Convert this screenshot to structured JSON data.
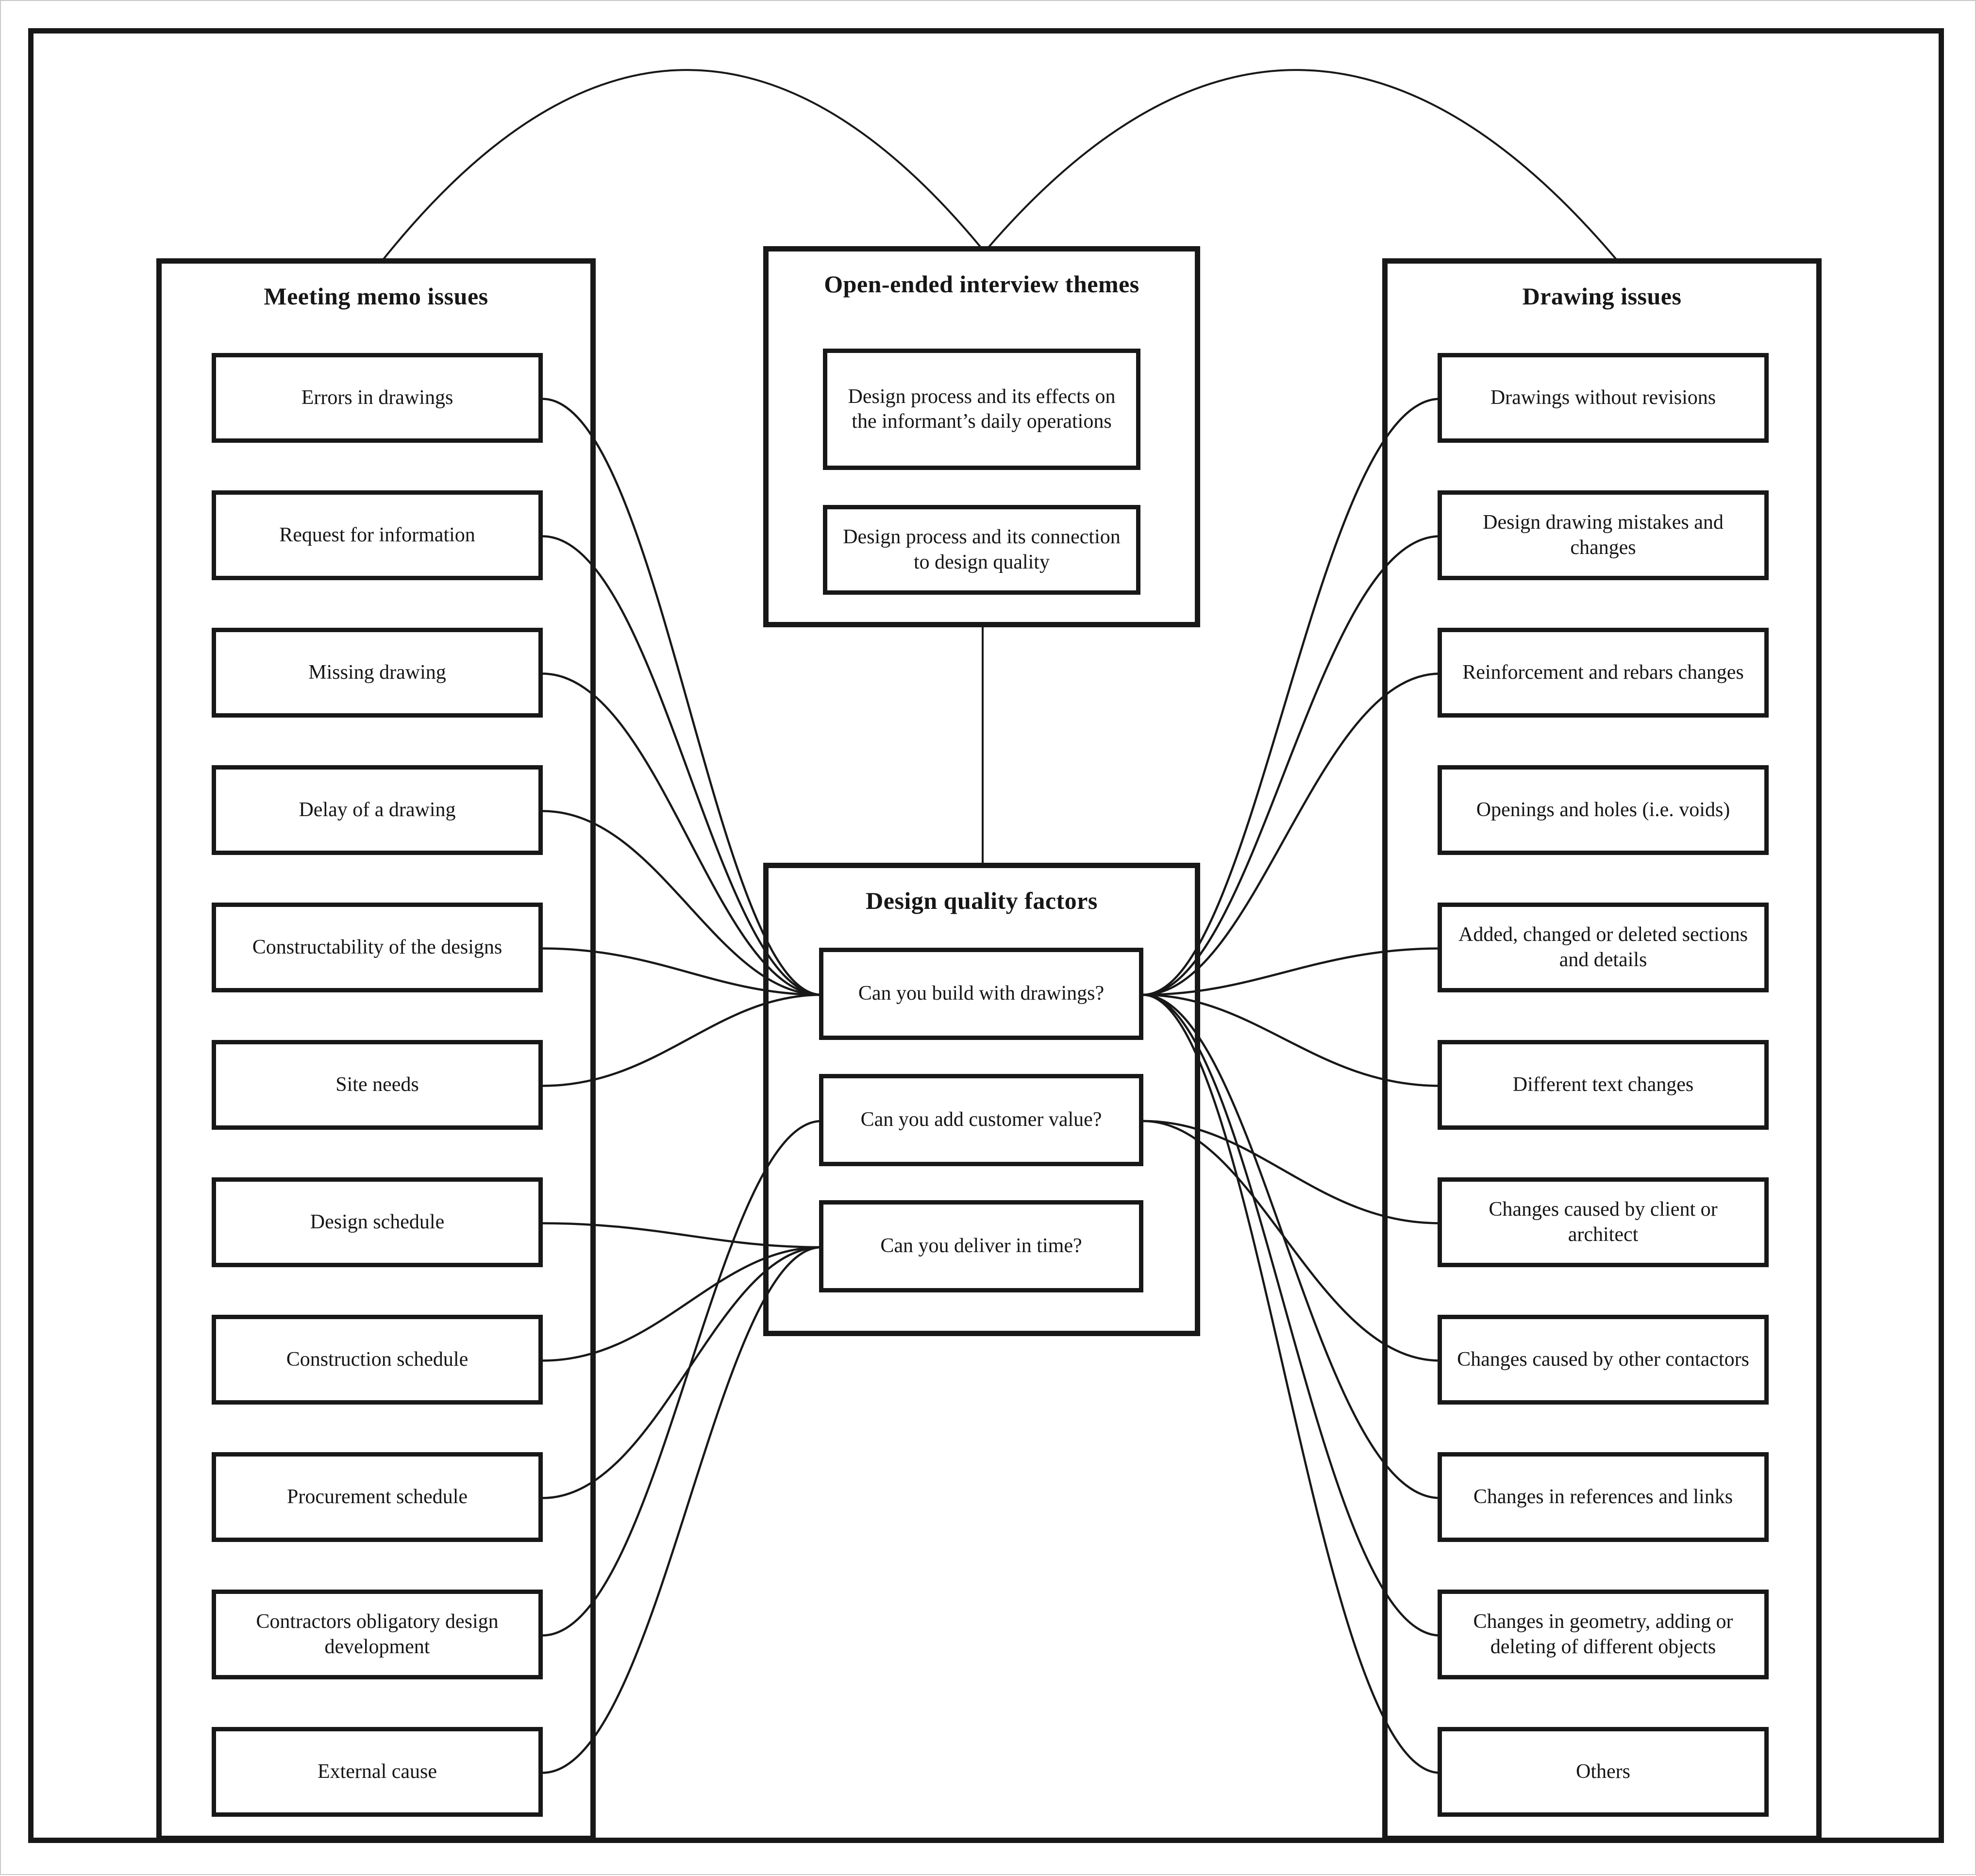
{
  "figure": {
    "background_color": "#ffffff",
    "line_color": "#181818",
    "left_panel": {
      "title": "Meeting memo issues",
      "items": [
        {
          "id": "errors-in-drawings",
          "label": "Errors in drawings"
        },
        {
          "id": "request-for-information",
          "label": "Request for information"
        },
        {
          "id": "missing-drawing",
          "label": "Missing drawing"
        },
        {
          "id": "delay-of-a-drawing",
          "label": "Delay of a drawing"
        },
        {
          "id": "constructability",
          "label": "Constructability of the designs"
        },
        {
          "id": "site-needs",
          "label": "Site needs"
        },
        {
          "id": "design-schedule",
          "label": "Design schedule"
        },
        {
          "id": "construction-schedule",
          "label": "Construction schedule"
        },
        {
          "id": "procurement-schedule",
          "label": "Procurement schedule"
        },
        {
          "id": "contractors-obligatory",
          "label": "Contractors obligatory design development"
        },
        {
          "id": "external-cause",
          "label": "External cause"
        }
      ]
    },
    "themes_panel": {
      "title": "Open-ended interview themes",
      "items": [
        {
          "id": "theme-daily-operations",
          "label": "Design process and its effects on the informant’s daily operations"
        },
        {
          "id": "theme-design-quality",
          "label": "Design process and its connection to design quality"
        }
      ]
    },
    "quality_panel": {
      "title": "Design quality factors",
      "items": [
        {
          "id": "can-you-build",
          "label": "Can you build with drawings?"
        },
        {
          "id": "can-add-value",
          "label": "Can you add customer value?"
        },
        {
          "id": "can-deliver",
          "label": "Can you deliver in time?"
        }
      ]
    },
    "right_panel": {
      "title": "Drawing issues",
      "items": [
        {
          "id": "drawings-without-revisions",
          "label": "Drawings without revisions"
        },
        {
          "id": "design-drawing-mistakes",
          "label": "Design drawing mistakes and changes"
        },
        {
          "id": "reinforcement-rebars",
          "label": "Reinforcement and rebars changes"
        },
        {
          "id": "openings-and-holes",
          "label": "Openings and holes (i.e. voids)"
        },
        {
          "id": "added-changed-deleted",
          "label": "Added, changed or deleted sections and details"
        },
        {
          "id": "different-text-changes",
          "label": "Different text changes"
        },
        {
          "id": "changes-client-architect",
          "label": "Changes caused by client or architect"
        },
        {
          "id": "changes-other-contactors",
          "label": "Changes caused by other contactors"
        },
        {
          "id": "changes-references-links",
          "label": "Changes in references and links"
        },
        {
          "id": "changes-in-geometry",
          "label": "Changes in geometry, adding or deleting of different objects"
        },
        {
          "id": "others",
          "label": "Others"
        }
      ]
    },
    "top_arcs": [
      {
        "from": "left-panel",
        "to": "themes-panel"
      },
      {
        "from": "themes-panel",
        "to": "right-panel"
      }
    ],
    "themes_to_quality_link": {
      "from": "themes-panel",
      "to": "quality-panel"
    },
    "connections": [
      {
        "from": "errors-in-drawings",
        "to": "can-you-build"
      },
      {
        "from": "request-for-information",
        "to": "can-you-build"
      },
      {
        "from": "missing-drawing",
        "to": "can-you-build"
      },
      {
        "from": "delay-of-a-drawing",
        "to": "can-you-build"
      },
      {
        "from": "constructability",
        "to": "can-you-build"
      },
      {
        "from": "site-needs",
        "to": "can-you-build"
      },
      {
        "from": "design-schedule",
        "to": "can-deliver"
      },
      {
        "from": "construction-schedule",
        "to": "can-deliver"
      },
      {
        "from": "procurement-schedule",
        "to": "can-deliver"
      },
      {
        "from": "contractors-obligatory",
        "to": "can-add-value"
      },
      {
        "from": "external-cause",
        "to": "can-deliver"
      },
      {
        "from": "drawings-without-revisions",
        "to": "can-you-build"
      },
      {
        "from": "design-drawing-mistakes",
        "to": "can-you-build"
      },
      {
        "from": "reinforcement-rebars",
        "to": "can-you-build"
      },
      {
        "from": "added-changed-deleted",
        "to": "can-you-build"
      },
      {
        "from": "different-text-changes",
        "to": "can-you-build"
      },
      {
        "from": "changes-client-architect",
        "to": "can-add-value"
      },
      {
        "from": "changes-other-contactors",
        "to": "can-add-value"
      },
      {
        "from": "changes-references-links",
        "to": "can-you-build"
      },
      {
        "from": "changes-in-geometry",
        "to": "can-you-build"
      },
      {
        "from": "others",
        "to": "can-you-build"
      }
    ]
  }
}
